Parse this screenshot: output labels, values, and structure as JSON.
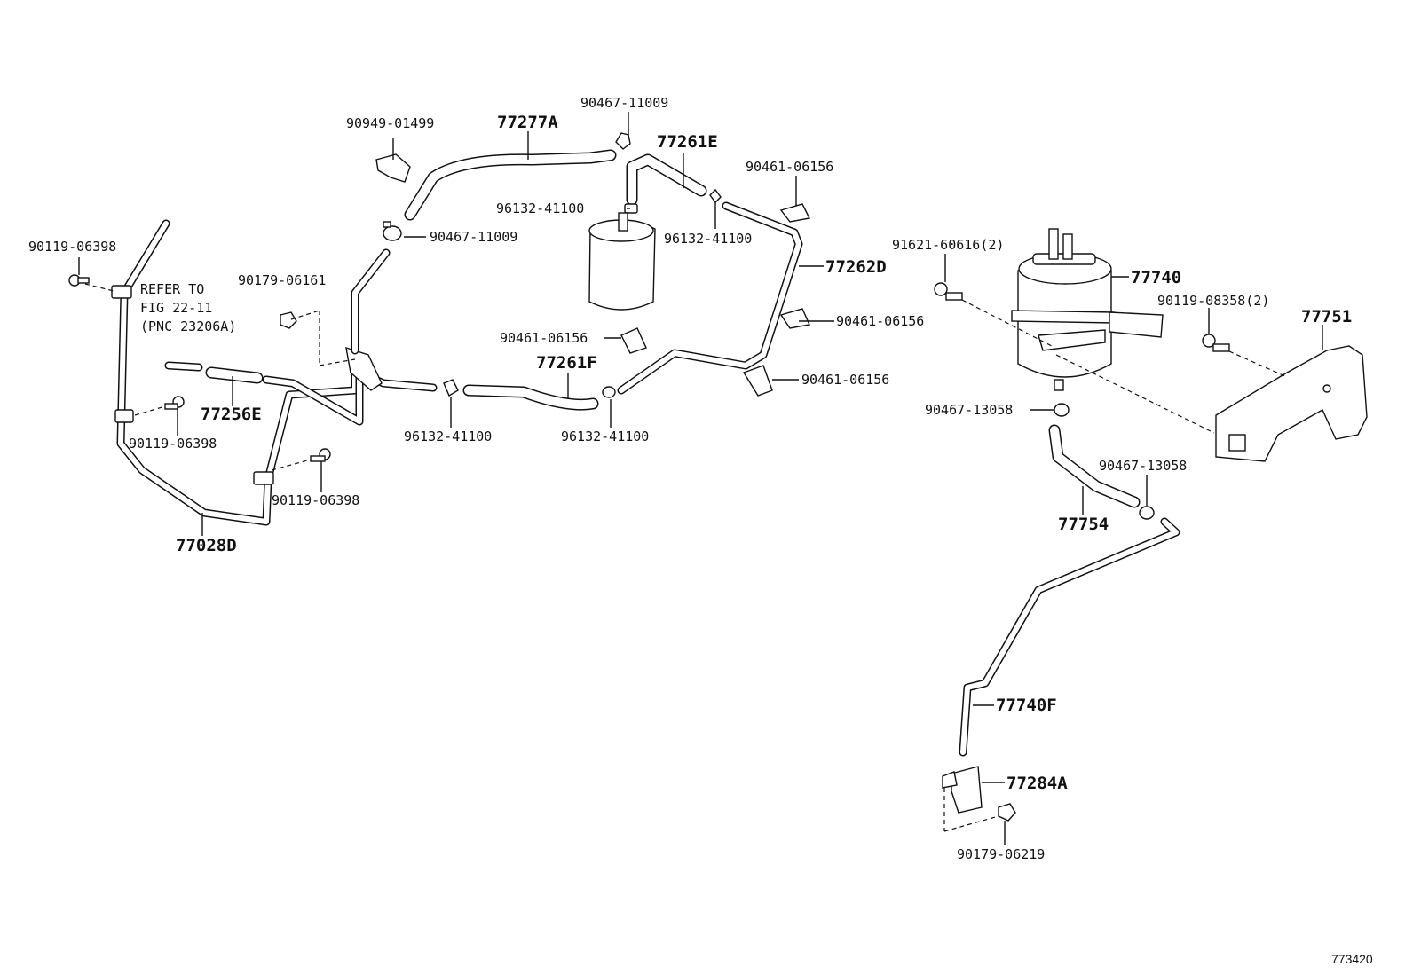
{
  "labels": {
    "p90949_01499": "90949-01499",
    "p77277A": "77277A",
    "p90467_11009_top": "90467-11009",
    "p77261E": "77261E",
    "p90461_06156_a": "90461-06156",
    "p96132_41100_a": "96132-41100",
    "p96132_41100_b": "96132-41100",
    "p90467_11009_mid": "90467-11009",
    "p77262D": "77262D",
    "p90119_06398_a": "90119-06398",
    "refer_line1": "REFER TO",
    "refer_line2": "FIG 22-11",
    "refer_line3": "(PNC 23206A)",
    "p90179_06161": "90179-06161",
    "p90461_06156_b": "90461-06156",
    "p90461_06156_c": "90461-06156",
    "p77261F": "77261F",
    "p90461_06156_d": "90461-06156",
    "p77256E": "77256E",
    "p90119_06398_b": "90119-06398",
    "p96132_41100_c": "96132-41100",
    "p96132_41100_d": "96132-41100",
    "p90119_06398_c": "90119-06398",
    "p77028D": "77028D",
    "p91621_60616": "91621-60616(2)",
    "p77740": "77740",
    "p90119_08358": "90119-08358(2)",
    "p77751": "77751",
    "p90467_13058_a": "90467-13058",
    "p90467_13058_b": "90467-13058",
    "p77754": "77754",
    "p77740F": "77740F",
    "p77284A": "77284A",
    "p90179_06219": "90179-06219",
    "figure_id": "773420"
  }
}
